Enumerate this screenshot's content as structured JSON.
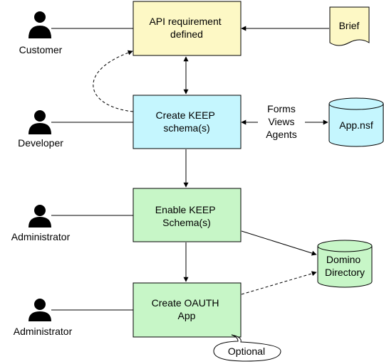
{
  "colors": {
    "yellow_box": "#fdf8c5",
    "cyan_box": "#c5f6fe",
    "green_box": "#c7f6c7",
    "cylinder_cyan": "#c5f6fe",
    "cylinder_green": "#c7f6c7",
    "brief_fill": "#fdf8c5",
    "stroke": "#000000"
  },
  "actors": [
    {
      "label": "Customer",
      "icon": "person-icon"
    },
    {
      "label": "Developer",
      "icon": "person-icon"
    },
    {
      "label": "Administrator",
      "icon": "person-icon"
    },
    {
      "label": "Administrator",
      "icon": "person-icon"
    }
  ],
  "boxes": [
    {
      "lines": [
        "API requirement",
        "defined"
      ]
    },
    {
      "lines": [
        "Create KEEP",
        "schema(s)"
      ]
    },
    {
      "lines": [
        "Enable KEEP",
        "Schema(s)"
      ]
    },
    {
      "lines": [
        "Create OAUTH",
        "App"
      ]
    }
  ],
  "brief": {
    "label": "Brief"
  },
  "app_nsf": {
    "label": "App.nsf"
  },
  "domino_directory": {
    "lines": [
      "Domino",
      "Directory"
    ]
  },
  "design_elements": [
    "Forms",
    "Views",
    "Agents"
  ],
  "callout": {
    "label": "Optional"
  }
}
